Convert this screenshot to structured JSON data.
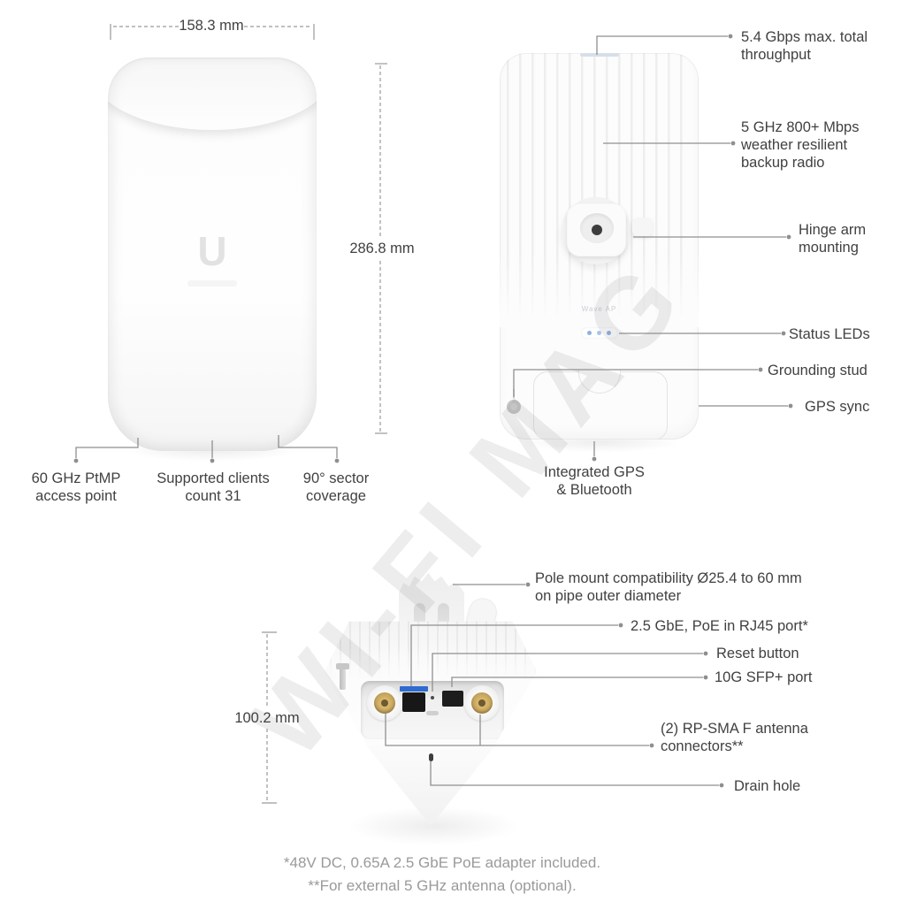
{
  "watermark": "WI-FI MAG",
  "colors": {
    "text": "#414141",
    "callout_line": "#8f8f8f",
    "dimension_line": "#9a9a9a",
    "footnote_text": "#9a9a9a",
    "led_blue": "#8fb0e6",
    "port_label_blue": "#2e6bd0",
    "sma_gold": "#c8a35a"
  },
  "front_view": {
    "width_dim": "158.3 mm",
    "height_dim": "286.8 mm",
    "logo_glyph": "U",
    "features": [
      "60 GHz PtMP\naccess point",
      "Supported clients\ncount 31",
      "90° sector\ncoverage"
    ]
  },
  "back_view": {
    "device_label": "Wave AP",
    "callouts": [
      "5.4 Gbps max. total\nthroughput",
      "5 GHz 800+ Mbps\nweather resilient\nbackup radio",
      "Hinge arm\nmounting",
      "Status LEDs",
      "Grounding stud",
      "GPS sync"
    ],
    "bottom_callout": "Integrated GPS\n& Bluetooth"
  },
  "bottom_view": {
    "height_dim": "100.2 mm",
    "callouts": [
      "Pole mount compatibility Ø25.4 to 60 mm\non pipe outer diameter",
      "2.5 GbE, PoE in RJ45 port*",
      "Reset button",
      "10G SFP+ port",
      "(2) RP-SMA F antenna\nconnectors**",
      "Drain hole"
    ]
  },
  "footnotes": [
    "*48V DC, 0.65A 2.5 GbE PoE adapter included.",
    "**For external 5 GHz antenna (optional)."
  ]
}
